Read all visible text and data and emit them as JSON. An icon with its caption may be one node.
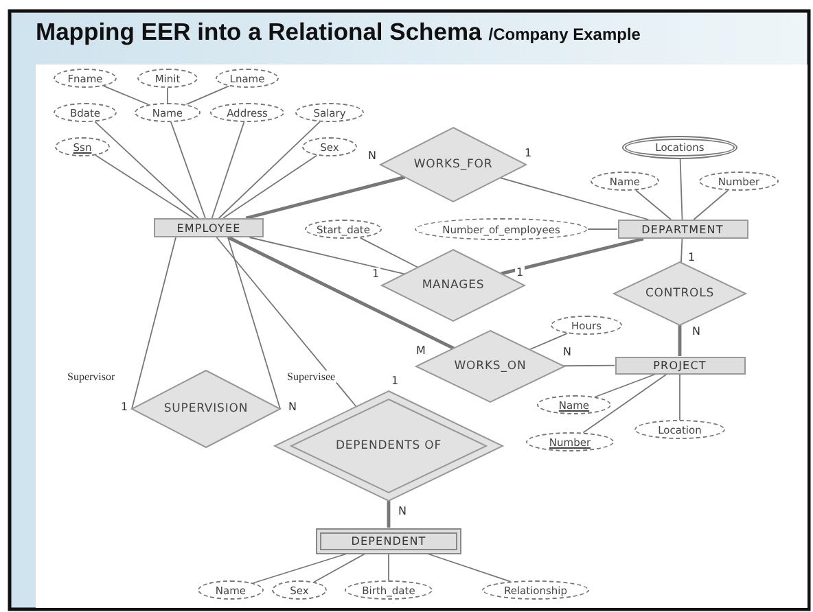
{
  "diagram": {
    "title": "Mapping EER into a Relational Schema",
    "nodes": [
      {
        "text": [
          "Fname"
        ]
      },
      {
        "text": [
          "Minit"
        ]
      },
      {
        "text": [
          "Lname"
        ]
      },
      {
        "text": [
          "Bdate"
        ]
      },
      {
        "text": [
          "Name"
        ]
      },
      {
        "text": [
          "Address"
        ]
      },
      {
        "text": [
          "Salary"
        ]
      },
      {
        "text": [
          "Ssn"
        ]
      },
      {
        "text": [
          "Sex"
        ]
      },
      {
        "text": [
          "EMPLOYEE"
        ]
      },
      {
        "text": [
          "WORKS_FOR"
        ]
      },
      {
        "text": [
          "Locations"
        ]
      },
      {
        "text": [
          "Name"
        ]
      },
      {
        "text": [
          "Number"
        ]
      },
      {
        "text": [
          "DEPARTMENT"
        ]
      },
      {
        "text": [
          "Start_date"
        ]
      },
      {
        "text": [
          "Number_of_employees"
        ]
      },
      {
        "text": [
          "MANAGES"
        ]
      },
      {
        "text": [
          "CONTROLS"
        ]
      },
      {
        "text": [
          "Hours"
        ]
      },
      {
        "text": [
          "WORKS_ON"
        ]
      },
      {
        "text": [
          "PROJECT"
        ]
      },
      {
        "text": [
          "Name"
        ]
      },
      {
        "text": [
          "Number"
        ]
      },
      {
        "text": [
          "Location"
        ]
      },
      {
        "text": [
          "SUPERVISION"
        ]
      },
      {
        "text": [
          "DEPENDENTS OF"
        ]
      },
      {
        "text": [
          "DEPENDENT"
        ]
      },
      {
        "text": [
          "Name"
        ]
      },
      {
        "text": [
          "Sex"
        ]
      },
      {
        "text": [
          "Birth_date"
        ]
      },
      {
        "text": [
          "Relationship"
        ]
      }
    ],
    "edges": [
      {
        "from": 4,
        "to": 0,
        "arrow": "none"
      },
      {
        "from": 4,
        "to": 1,
        "arrow": "none"
      },
      {
        "from": 4,
        "to": 2,
        "arrow": "none"
      },
      {
        "from": 9,
        "to": 3,
        "arrow": "none"
      },
      {
        "from": 9,
        "to": 4,
        "arrow": "none"
      },
      {
        "from": 9,
        "to": 5,
        "arrow": "none"
      },
      {
        "from": 9,
        "to": 6,
        "arrow": "none"
      },
      {
        "from": 9,
        "to": 7,
        "arrow": "none"
      },
      {
        "from": 9,
        "to": 8,
        "arrow": "none"
      },
      {
        "from": 9,
        "to": 10,
        "arrow": "none",
        "label": "N",
        "style": "thick"
      },
      {
        "from": 10,
        "to": 14,
        "arrow": "none",
        "label": "1"
      },
      {
        "from": 14,
        "to": 11,
        "arrow": "none"
      },
      {
        "from": 14,
        "to": 12,
        "arrow": "none"
      },
      {
        "from": 14,
        "to": 13,
        "arrow": "none"
      },
      {
        "from": 14,
        "to": 16,
        "arrow": "none"
      },
      {
        "from": 9,
        "to": 17,
        "arrow": "none",
        "label": "1"
      },
      {
        "from": 17,
        "to": 14,
        "arrow": "none",
        "label": "1",
        "style": "thick"
      },
      {
        "from": 17,
        "to": 15,
        "arrow": "none"
      },
      {
        "from": 14,
        "to": 18,
        "arrow": "none",
        "label": "1"
      },
      {
        "from": 18,
        "to": 21,
        "arrow": "none",
        "label": "N",
        "style": "thick"
      },
      {
        "from": 9,
        "to": 20,
        "arrow": "none",
        "label": "M",
        "style": "thick"
      },
      {
        "from": 20,
        "to": 21,
        "arrow": "none",
        "label": "N"
      },
      {
        "from": 20,
        "to": 19,
        "arrow": "none"
      },
      {
        "from": 21,
        "to": 22,
        "arrow": "none"
      },
      {
        "from": 21,
        "to": 23,
        "arrow": "none"
      },
      {
        "from": 21,
        "to": 24,
        "arrow": "none"
      },
      {
        "from": 9,
        "to": 25,
        "arrow": "none",
        "label": "1"
      },
      {
        "from": 9,
        "to": 25,
        "arrow": "none",
        "label": "N"
      },
      {
        "from": 9,
        "to": 26,
        "arrow": "none",
        "label": "1"
      },
      {
        "from": 26,
        "to": 27,
        "arrow": "none",
        "label": "N",
        "style": "thick"
      },
      {
        "from": 27,
        "to": 28,
        "arrow": "none"
      },
      {
        "from": 27,
        "to": 29,
        "arrow": "none"
      },
      {
        "from": 27,
        "to": 30,
        "arrow": "none"
      },
      {
        "from": 27,
        "to": 31,
        "arrow": "none"
      }
    ],
    "labels": [
      "/Company Example",
      "Supervisor",
      "Supervisee"
    ]
  }
}
